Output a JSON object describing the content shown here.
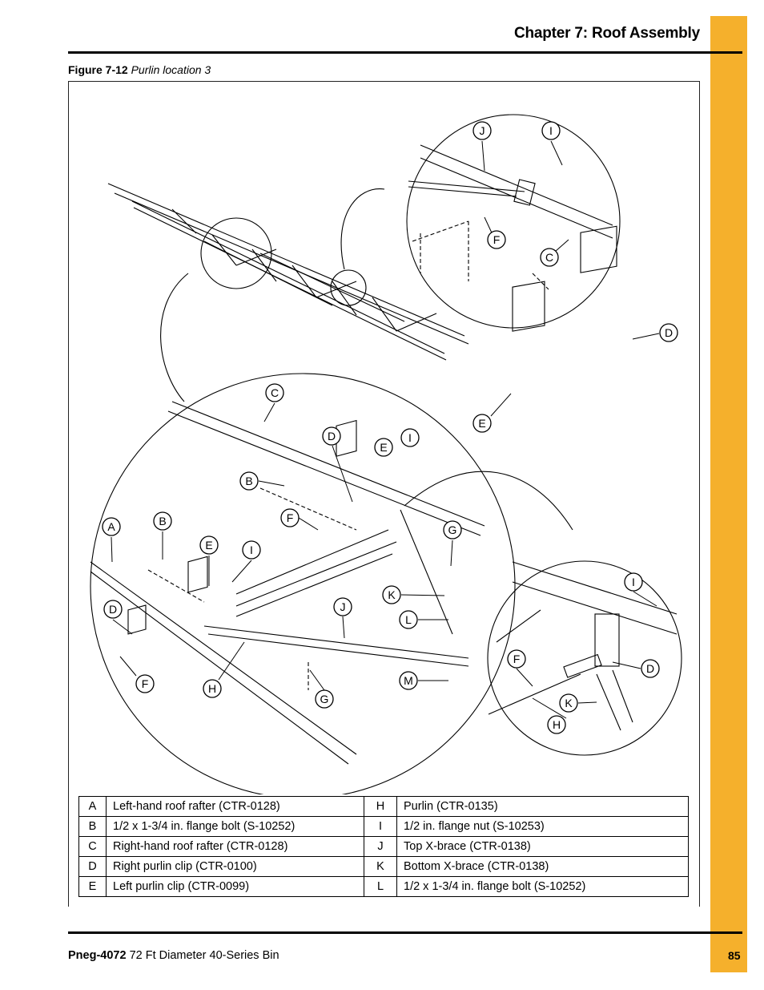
{
  "header": {
    "chapter_title": "Chapter 7: Roof Assembly"
  },
  "figure": {
    "label": "Figure 7-12",
    "caption": "Purlin location 3"
  },
  "callouts": {
    "top_detail": [
      "J",
      "I",
      "F",
      "C"
    ],
    "loose_parts": [
      "D",
      "E"
    ],
    "main": [
      "C",
      "D",
      "E",
      "I",
      "B",
      "F",
      "G",
      "A",
      "B",
      "E",
      "I",
      "K",
      "J",
      "L",
      "D",
      "M",
      "F",
      "H",
      "G"
    ],
    "bottom_detail": [
      "I",
      "F",
      "D",
      "K",
      "H"
    ]
  },
  "parts": [
    {
      "key": "A",
      "desc": "Left-hand roof rafter (CTR-0128)",
      "key2": "H",
      "desc2": "Purlin (CTR-0135)"
    },
    {
      "key": "B",
      "desc": "1/2 x 1-3/4 in. flange bolt (S-10252)",
      "key2": "I",
      "desc2": "1/2 in. flange nut (S-10253)"
    },
    {
      "key": "C",
      "desc": "Right-hand roof rafter (CTR-0128)",
      "key2": "J",
      "desc2": "Top X-brace (CTR-0138)"
    },
    {
      "key": "D",
      "desc": "Right purlin clip (CTR-0100)",
      "key2": "K",
      "desc2": "Bottom X-brace (CTR-0138)"
    },
    {
      "key": "E",
      "desc": "Left purlin clip (CTR-0099)",
      "key2": "L",
      "desc2": "1/2 x 1-3/4 in. flange bolt (S-10252)"
    }
  ],
  "footer": {
    "doc_number": "Pneg-4072",
    "doc_title": "72 Ft Diameter 40-Series Bin",
    "page_number": "85"
  }
}
